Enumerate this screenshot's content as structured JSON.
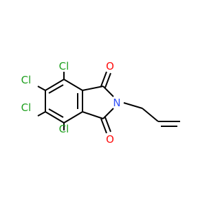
{
  "molecule": {
    "atoms": [
      {
        "label": "Cl",
        "color": "#1fa01f"
      },
      {
        "label": "Cl",
        "color": "#1fa01f"
      },
      {
        "label": "Cl",
        "color": "#1fa01f"
      },
      {
        "label": "Cl",
        "color": "#1fa01f"
      },
      {
        "label": "O",
        "color": "#ff0d0d"
      },
      {
        "label": "O",
        "color": "#ff0d0d"
      },
      {
        "label": "N",
        "color": "#3050f8"
      }
    ],
    "colors": {
      "bond": "#000000",
      "chlorine": "#1fa01f",
      "oxygen": "#ff0d0d",
      "nitrogen": "#3050f8"
    }
  }
}
